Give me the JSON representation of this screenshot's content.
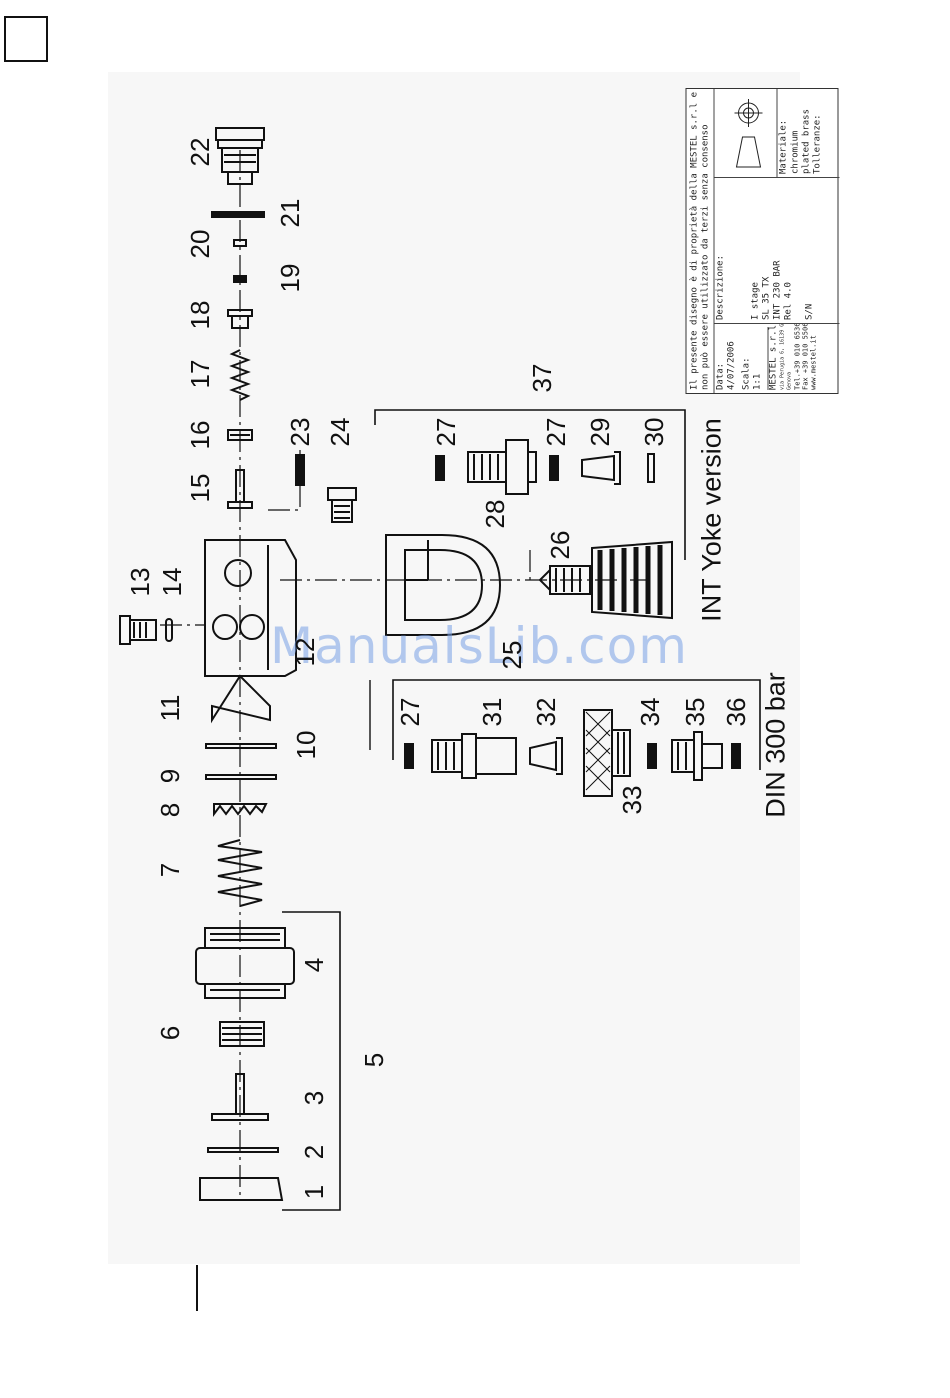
{
  "parts": {
    "p1": "1",
    "p2": "2",
    "p3": "3",
    "p4": "4",
    "p5": "5",
    "p6": "6",
    "p7": "7",
    "p8": "8",
    "p9": "9",
    "p10": "10",
    "p11": "11",
    "p12": "12",
    "p13": "13",
    "p14": "14",
    "p15": "15",
    "p16": "16",
    "p17": "17",
    "p18": "18",
    "p19": "19",
    "p20": "20",
    "p21": "21",
    "p22": "22",
    "p23": "23",
    "p24": "24",
    "p25": "25",
    "p26": "26",
    "p27": "27",
    "p28": "28",
    "p29": "29",
    "p30": "30",
    "p31": "31",
    "p32": "32",
    "p33": "33",
    "p34": "34",
    "p35": "35",
    "p36": "36",
    "p37": "37"
  },
  "versions": {
    "int_yoke": "INT Yoke version",
    "din": "DIN 300 bar"
  },
  "watermark": "ManualsLib.com",
  "title_block": {
    "notice_1": "Il presente disegno è di proprietà della MESTEL s.r.l e",
    "notice_2": "non può essere utilizzato da terzi senza consenso",
    "data_label": "Data:",
    "data_value": "4/07/2006",
    "scala_label": "Scala:",
    "scala_value": "1:1",
    "company": "MESTEL s.r.l",
    "company_addr_1": "via Perugia 6, 16139 Genova",
    "company_addr_2": "Genova",
    "tel": "Tel.+39 010 6536811",
    "fax": "Fax +39 010 5506622",
    "web": "www.mestel.it",
    "descr_label": "Descrizione:",
    "descr_1": "I stage",
    "descr_2": "SL 35 TX",
    "descr_3": "INT 230 BAR",
    "descr_4": "Rel 4.0",
    "sn_label": "S/N",
    "mat_label": "Materiale:",
    "mat_1": "chromium",
    "mat_2": "plated brass",
    "toll_label": "Tolleranze:"
  }
}
